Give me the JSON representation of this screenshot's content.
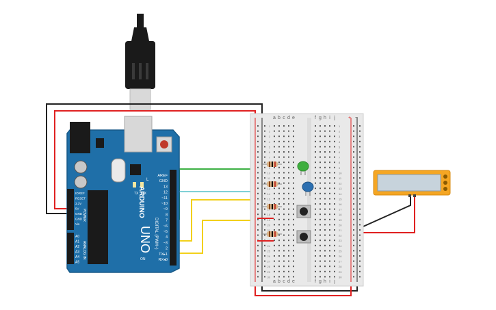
{
  "arduino": {
    "brand": "ARDUINO",
    "model": "UNO",
    "pin_labels_digital": [
      "AREF",
      "GND",
      "13",
      "12",
      "~11",
      "~10",
      "~9",
      "8",
      "7",
      "~6",
      "~5",
      "4",
      "~3",
      "2",
      "TX▸1",
      "RX◂0"
    ],
    "pin_labels_power": [
      "IOREF",
      "RESET",
      "3.3V",
      "5V",
      "GND",
      "GND",
      "Vin"
    ],
    "pin_labels_analog": [
      "A0",
      "A1",
      "A2",
      "A3",
      "A4",
      "A5"
    ],
    "header_text_digital": "DIGITAL (PWM~)",
    "header_text_power": "POWER",
    "header_text_analog": "ANALOG IN",
    "led_labels": [
      "TX",
      "RX"
    ],
    "led_l_label": "L",
    "on_label": "ON",
    "board_color": "#1f6fa8"
  },
  "breadboard": {
    "columns_top": [
      "a",
      "b",
      "c",
      "d",
      "e",
      "f",
      "g",
      "h",
      "i",
      "j"
    ],
    "columns_bottom": [
      "a",
      "b",
      "c",
      "d",
      "e",
      "f",
      "g",
      "h",
      "i",
      "j"
    ],
    "plus_label": "+",
    "minus_label": "−",
    "row_numbers": [
      "1",
      "2",
      "3",
      "4",
      "5",
      "6",
      "7",
      "8",
      "9",
      "10",
      "11",
      "12",
      "13",
      "14",
      "15",
      "16",
      "17",
      "18",
      "19",
      "20",
      "21",
      "22",
      "23",
      "24",
      "25",
      "26",
      "27",
      "28",
      "29",
      "30"
    ]
  },
  "components": {
    "led_green_color": "#3fae3f",
    "led_blue_color": "#2c6fb0",
    "display_color": "#f5a623",
    "display_screen_color": "#c7d3dc"
  },
  "wires": {
    "red": "#e02020",
    "black": "#222222",
    "green": "#3cb043",
    "cyan": "#7fd0d6",
    "yellow": "#f2d01a"
  }
}
